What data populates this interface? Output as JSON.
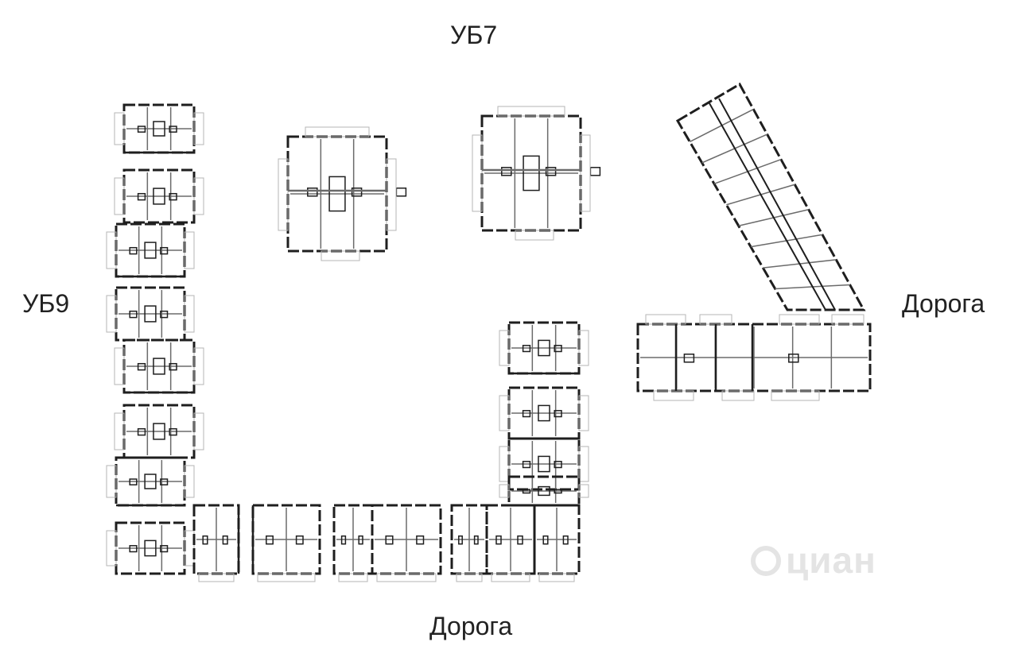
{
  "labels": {
    "top": "УБ7",
    "left": "УБ9",
    "right": "Дорога",
    "bottom": "Дорога"
  },
  "watermark": {
    "text": "циан"
  },
  "style": {
    "wall": "#1e1e1e",
    "thin": "#6b6b6b",
    "faint": "#b5b5b5",
    "label": "#222222",
    "watermark": "#e4e4e4"
  }
}
